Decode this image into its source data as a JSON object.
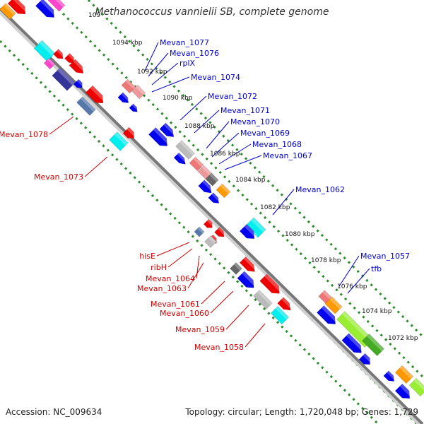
{
  "title": "Methanococcus vannielii SB, complete genome",
  "footer": {
    "accession": "Accession: NC_009634",
    "topology": "Topology: circular; Length: 1,720,048 bp; Genes: 1,729"
  },
  "colors": {
    "plus_label": "#0000cc",
    "minus_label": "#cc0000",
    "backbone": "#777777",
    "tick": "#2a8a2a"
  },
  "scale_labels": [
    "109",
    "1094 kbp",
    "1092 kbp",
    "1090 kbp",
    "1088 kbp",
    "1086 kbp",
    "1084 kbp",
    "1082 kbp",
    "1080 kbp",
    "1078 kbp",
    "1076 kbp",
    "1074 kbp",
    "1072 kbp"
  ],
  "plus_genes": [
    "Mevan_1077",
    "Mevan_1076",
    "rplX",
    "Mevan_1074",
    "Mevan_1072",
    "Mevan_1071",
    "Mevan_1070",
    "Mevan_1069",
    "Mevan_1068",
    "Mevan_1067",
    "Mevan_1062",
    "Mevan_1057",
    "tfb"
  ],
  "minus_genes": [
    "Mevan_1078",
    "Mevan_1073",
    "hisE",
    "ribH",
    "Mevan_1064",
    "Mevan_1063",
    "Mevan_1061",
    "Mevan_1060",
    "Mevan_1059",
    "Mevan_1058"
  ]
}
